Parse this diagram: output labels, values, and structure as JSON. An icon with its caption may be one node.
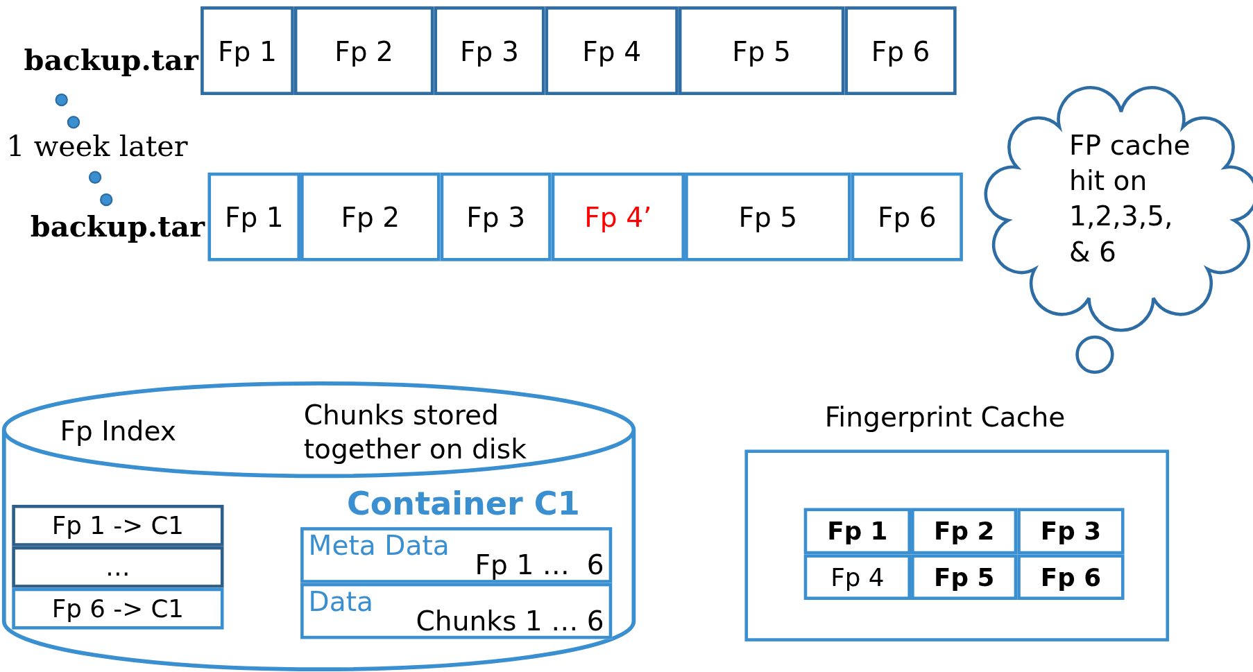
{
  "diagram": {
    "nodes": [
      {
        "text": [
          "Fp 1"
        ]
      },
      {
        "text": [
          "Fp 2"
        ]
      },
      {
        "text": [
          "Fp 3"
        ]
      },
      {
        "text": [
          "Fp 4"
        ]
      },
      {
        "text": [
          "Fp 5"
        ]
      },
      {
        "text": [
          "Fp 6"
        ]
      },
      {
        "text": [
          "Fp 1"
        ]
      },
      {
        "text": [
          "Fp 2"
        ]
      },
      {
        "text": [
          "Fp 3"
        ]
      },
      {
        "text": [
          "Fp 4’"
        ]
      },
      {
        "text": [
          "Fp 5"
        ]
      },
      {
        "text": [
          "Fp 6"
        ]
      },
      {
        "text": [
          "FP cache hit on 1,2,3,5, & 6"
        ]
      },
      {
        "text": [],
        "shape": "circle"
      },
      {
        "text": [
          "Fp Index",
          "Chunks stored together on disk"
        ]
      },
      {
        "text": [
          "Fp 1 -> C1"
        ],
        "in": 14
      },
      {
        "text": [
          "…"
        ],
        "in": 14
      },
      {
        "text": [
          "Fp 6 -> C1"
        ],
        "in": 14
      },
      {
        "text": [
          "Container C1"
        ],
        "in": 14
      },
      {
        "text": [
          "Meta Data",
          "Fp 1 …  6"
        ],
        "in": 18
      },
      {
        "text": [
          "Data",
          "Chunks 1 … 6"
        ],
        "in": 18
      },
      {
        "text": [
          "Fingerprint Cache"
        ]
      },
      {
        "text": [
          "Fp 1"
        ],
        "in": 21
      },
      {
        "text": [
          "Fp 2"
        ],
        "in": 21
      },
      {
        "text": [
          "Fp 3"
        ],
        "in": 21
      },
      {
        "text": [
          "Fp 4"
        ],
        "in": 21
      },
      {
        "text": [
          "Fp 5"
        ],
        "in": 21
      },
      {
        "text": [
          "Fp 6"
        ],
        "in": 21
      }
    ],
    "edges": [],
    "labels": [
      "backup.tar",
      "1 week later",
      "backup.tar"
    ]
  }
}
